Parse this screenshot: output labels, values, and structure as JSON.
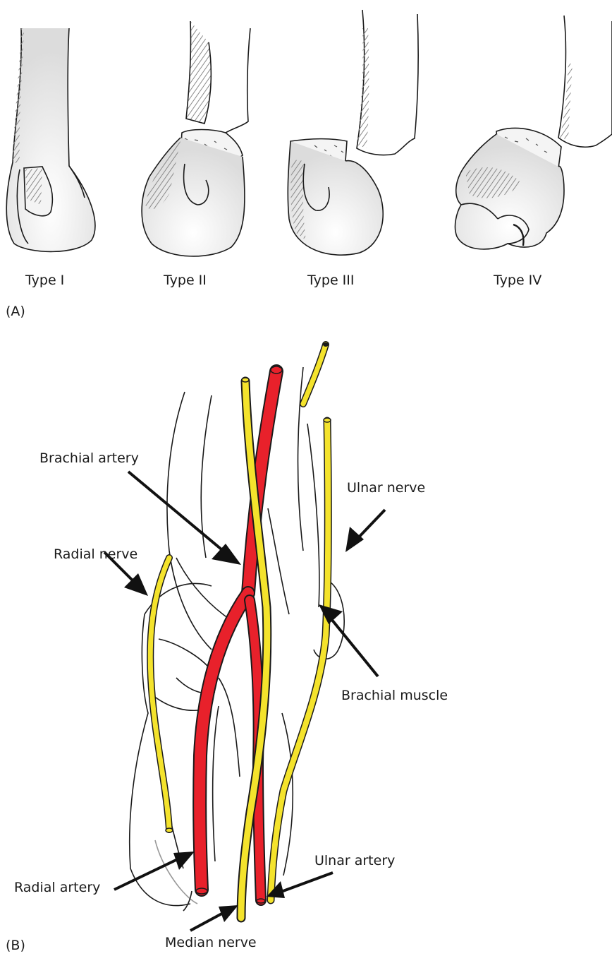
{
  "panel_a": {
    "panel_label": "(A)",
    "types": [
      "Type I",
      "Type II",
      "Type III",
      "Type IV"
    ]
  },
  "panel_b": {
    "panel_label": "(B)",
    "labels": {
      "brachial_artery": "Brachial artery",
      "ulnar_nerve": "Ulnar nerve",
      "radial_nerve": "Radial nerve",
      "brachial_muscle": "Brachial muscle",
      "ulnar_artery": "Ulnar artery",
      "radial_artery": "Radial artery",
      "median_nerve": "Median nerve"
    }
  },
  "colors": {
    "artery": "#e8212b",
    "nerve": "#f4e32c",
    "outline": "#1a1a1a"
  }
}
